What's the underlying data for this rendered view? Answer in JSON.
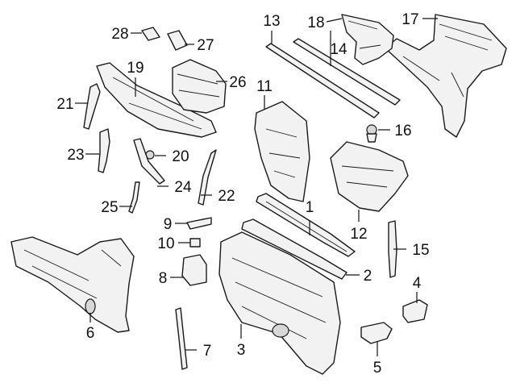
{
  "diagram": {
    "background_color": "#ffffff",
    "line_color": "#1a1a1a",
    "callouts": [
      {
        "id": "1",
        "label": "1"
      },
      {
        "id": "2",
        "label": "2"
      },
      {
        "id": "3",
        "label": "3"
      },
      {
        "id": "4",
        "label": "4"
      },
      {
        "id": "5",
        "label": "5"
      },
      {
        "id": "6",
        "label": "6"
      },
      {
        "id": "7",
        "label": "7"
      },
      {
        "id": "8",
        "label": "8"
      },
      {
        "id": "9",
        "label": "9"
      },
      {
        "id": "10",
        "label": "10"
      },
      {
        "id": "11",
        "label": "11"
      },
      {
        "id": "12",
        "label": "12"
      },
      {
        "id": "13",
        "label": "13"
      },
      {
        "id": "14",
        "label": "14"
      },
      {
        "id": "15",
        "label": "15"
      },
      {
        "id": "16",
        "label": "16"
      },
      {
        "id": "17",
        "label": "17"
      },
      {
        "id": "18",
        "label": "18"
      },
      {
        "id": "19",
        "label": "19"
      },
      {
        "id": "20",
        "label": "20"
      },
      {
        "id": "21",
        "label": "21"
      },
      {
        "id": "22",
        "label": "22"
      },
      {
        "id": "23",
        "label": "23"
      },
      {
        "id": "24",
        "label": "24"
      },
      {
        "id": "25",
        "label": "25"
      },
      {
        "id": "26",
        "label": "26"
      },
      {
        "id": "27",
        "label": "27"
      },
      {
        "id": "28",
        "label": "28"
      }
    ]
  }
}
